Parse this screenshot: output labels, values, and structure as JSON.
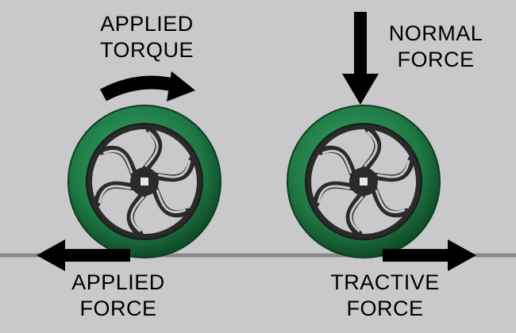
{
  "labels": {
    "applied_torque": {
      "line1": "APPLIED",
      "line2": "TORQUE"
    },
    "normal_force": {
      "line1": "NORMAL",
      "line2": "FORCE"
    },
    "applied_force": {
      "line1": "APPLIED",
      "line2": "FORCE"
    },
    "tractive_force": {
      "line1": "TRACTIVE",
      "line2": "FORCE"
    }
  },
  "colors": {
    "background": "#c9c9cb",
    "tire": "#1f7a45",
    "hub": "#2a2a2a",
    "arrow": "#000000",
    "ground": "#8a8a8c"
  },
  "icons": {
    "left_wheel": "wheel-icon",
    "right_wheel": "wheel-icon",
    "torque_arrow": "curved-arrow-icon",
    "normal_arrow": "down-arrow-icon",
    "applied_force_arrow": "left-arrow-icon",
    "tractive_arrow": "right-arrow-icon"
  }
}
